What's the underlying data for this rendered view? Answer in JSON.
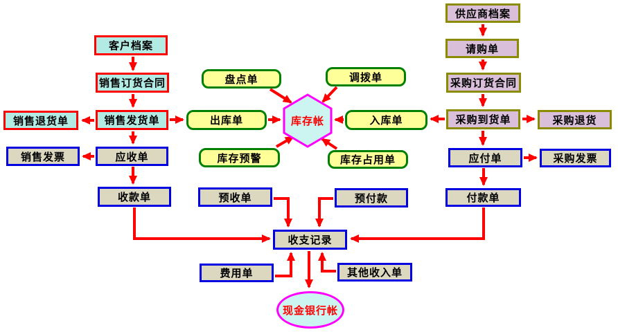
{
  "diagram": {
    "styles": {
      "sales": {
        "fill": "#B2EAE4",
        "border": "#FF0000"
      },
      "inv": {
        "fill": "#FFFF99",
        "border": "#008000"
      },
      "pur": {
        "fill": "#D9BFD9",
        "border": "#8B8B00"
      },
      "fin": {
        "fill": "#DCD8C0",
        "border": "#0000E0"
      },
      "acct": {
        "fill": "#CCF5F2",
        "border": "#FF00FF",
        "text": "#FF0000"
      },
      "arrow": {
        "border": "#FF0000"
      }
    },
    "nodes": {
      "customer_archive": "客户档案",
      "sales_order_contract": "销售订货合同",
      "sales_return": "销售退货单",
      "sales_delivery": "销售发货单",
      "sales_invoice": "销售发票",
      "receivable": "应收单",
      "receipt": "收款单",
      "stocktaking": "盘点单",
      "transfer": "调拨单",
      "outbound": "出库单",
      "inventory_account": "库存帐",
      "inbound": "入库单",
      "inventory_alert": "库存预警",
      "inventory_occupy": "库存占用单",
      "advance_receipt": "预收单",
      "advance_payment": "预付款",
      "income_expense": "收支记录",
      "expense": "费用单",
      "other_income": "其他收入单",
      "cash_bank": "现金银行帐",
      "supplier_archive": "供应商档案",
      "purchase_requisition": "请购单",
      "purchase_order_contract": "采购订货合同",
      "purchase_arrival": "采购到货单",
      "purchase_return": "采购退货",
      "payable": "应付单",
      "purchase_invoice": "采购发票",
      "payment": "付款单"
    }
  }
}
